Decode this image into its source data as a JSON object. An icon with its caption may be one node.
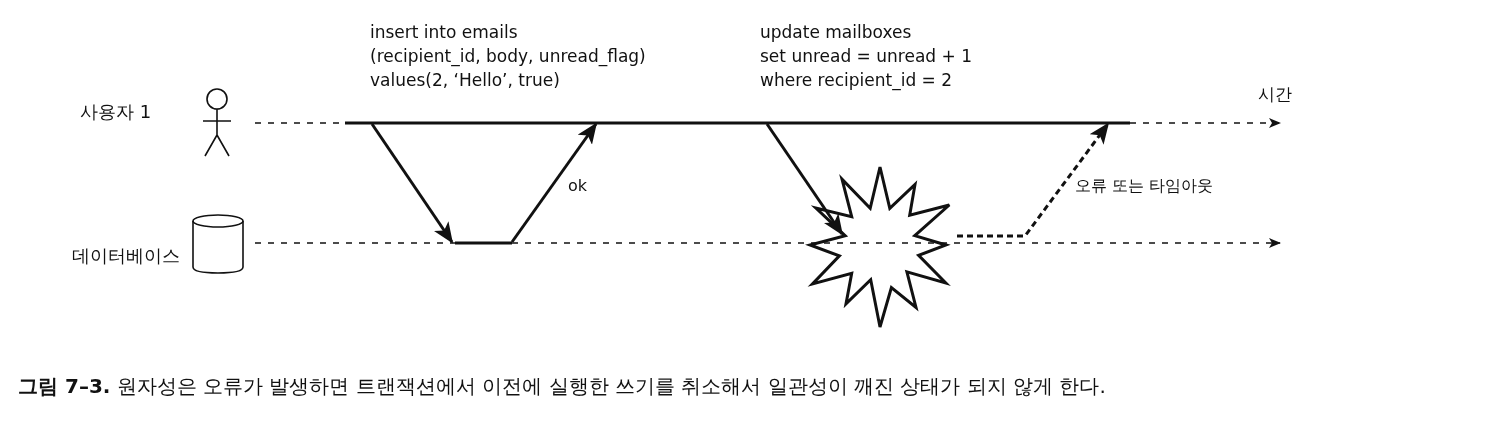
{
  "diagram": {
    "caption": "**그림 7–3.** 원자성은 오류가 발생하면 트랜잭션에서 이전에 실행한 쓰기를 취소해서 일관성이 깨진 상태가 되지 않게 한다.",
    "nodes": [
      {
        "text": [
          "사용자 1"
        ]
      },
      {
        "text": [
          "데이터베이스"
        ]
      },
      {
        "text": [],
        "shape": "star"
      }
    ],
    "edges": [
      {
        "from": 0,
        "to": 1,
        "arrow": "to"
      },
      {
        "from": 1,
        "to": 0,
        "arrow": "to",
        "label": "ok"
      },
      {
        "from": 0,
        "to": 2,
        "arrow": "to"
      },
      {
        "from": 2,
        "to": 0,
        "arrow": "to",
        "style": "dashed",
        "label": "오류 또는 타임아웃"
      }
    ],
    "labels": [
      "insert into emails (recipient_id, body, unread_flag) values(2, ‘Hello’, true)",
      "update mailboxes set unread = unread + 1 where recipient_id = 2",
      "시간"
    ]
  }
}
